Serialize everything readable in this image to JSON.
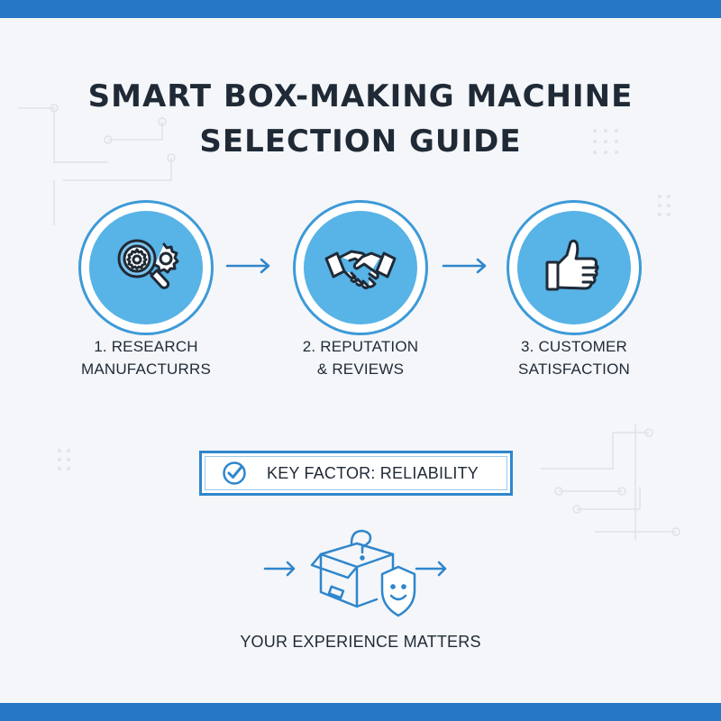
{
  "title": {
    "line1": "SMART BOX-MAKING MACHINE",
    "line2": "SELECTION GUIDE"
  },
  "steps": [
    {
      "icon": "research-gear-magnifier-icon",
      "label_line1": "1. RESEARCH",
      "label_line2": "MANUFACTURRS"
    },
    {
      "icon": "handshake-icon",
      "label_line1": "2. REPUTATION",
      "label_line2": "& REVIEWS"
    },
    {
      "icon": "thumbs-up-icon",
      "label_line1": "3. CUSTOMER",
      "label_line2": "SATISFACTION"
    }
  ],
  "key_factor": {
    "icon": "check-circle-icon",
    "text": "KEY FACTOR: RELIABILITY"
  },
  "experience": {
    "icon": "box-question-shield-smile-icon",
    "label": "YOUR EXPERIENCE MATTERS"
  },
  "colors": {
    "accent": "#2478c4",
    "circle_fill": "#58b3e6",
    "icon_stroke": "#1f2a36",
    "background": "#f4f6f9"
  }
}
